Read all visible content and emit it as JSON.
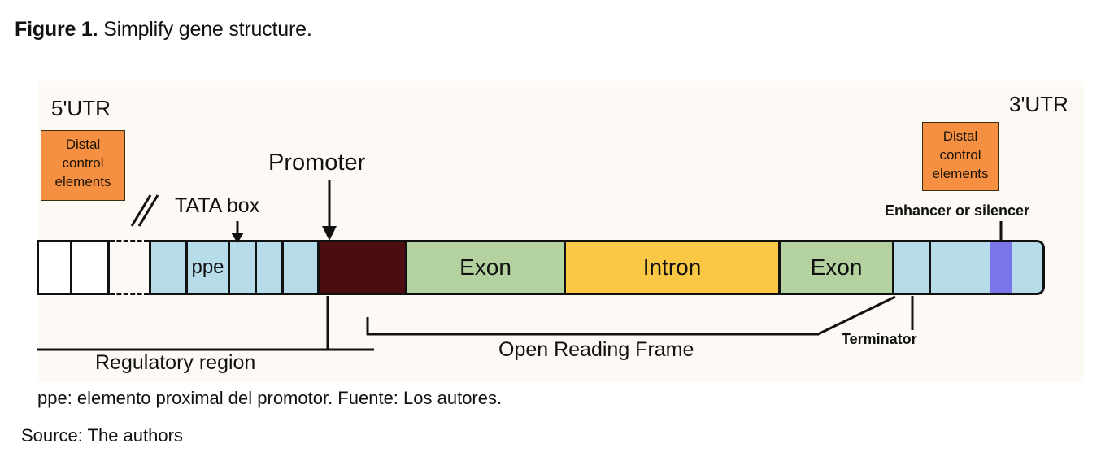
{
  "figure": {
    "label": "Figure 1.",
    "title": "Simplify gene structure."
  },
  "diagram": {
    "labels": {
      "utr5": "5'UTR",
      "utr3": "3'UTR",
      "distal_control_left": "Distal control elements",
      "distal_control_right": "Distal control elements",
      "tata_box": "TATA box",
      "promoter": "Promoter",
      "enhancer_or_silencer": "Enhancer or silencer",
      "terminator": "Terminator",
      "regulatory_region": "Regulatory region",
      "open_reading_frame": "Open Reading Frame"
    },
    "distal_box_lines": [
      "Distal",
      "control",
      "elements"
    ],
    "segments": [
      {
        "id": "open-a",
        "label": "",
        "color": "#ffffff"
      },
      {
        "id": "open-b",
        "label": "",
        "color": "#ffffff"
      },
      {
        "id": "blue-1",
        "label": "",
        "color": "#b5dce8"
      },
      {
        "id": "ppe",
        "label": "ppe",
        "color": "#b5dce8"
      },
      {
        "id": "blue-2",
        "label": "",
        "color": "#b5dce8"
      },
      {
        "id": "blue-3",
        "label": "",
        "color": "#b5dce8"
      },
      {
        "id": "blue-4",
        "label": "",
        "color": "#b5dce8"
      },
      {
        "id": "promoter",
        "label": "",
        "color": "#4b0d10"
      },
      {
        "id": "exon-1",
        "label": "Exon",
        "color": "#b4d1a0"
      },
      {
        "id": "intron",
        "label": "Intron",
        "color": "#fac845"
      },
      {
        "id": "exon-2",
        "label": "Exon",
        "color": "#b4d1a0"
      },
      {
        "id": "blue-5",
        "label": "",
        "color": "#b5dce8"
      },
      {
        "id": "blue-6",
        "label": "",
        "color": "#b5dce8"
      },
      {
        "id": "enhancer",
        "label": "",
        "color": "#7b76e8"
      },
      {
        "id": "blue-7",
        "label": "",
        "color": "#b5dce8"
      }
    ],
    "colors": {
      "panel_background": "#fdf9f4",
      "blue": "#b5dce8",
      "green_exon": "#b4d1a0",
      "yellow_intron": "#fac845",
      "maroon_promoter": "#4b0d10",
      "violet_enhancer": "#7b76e8",
      "orange_distal": "#f59042",
      "outline": "#111111"
    }
  },
  "notes": {
    "ppe_note": "ppe: elemento proximal del promotor. Fuente: Los autores.",
    "source": "Source: The authors"
  }
}
